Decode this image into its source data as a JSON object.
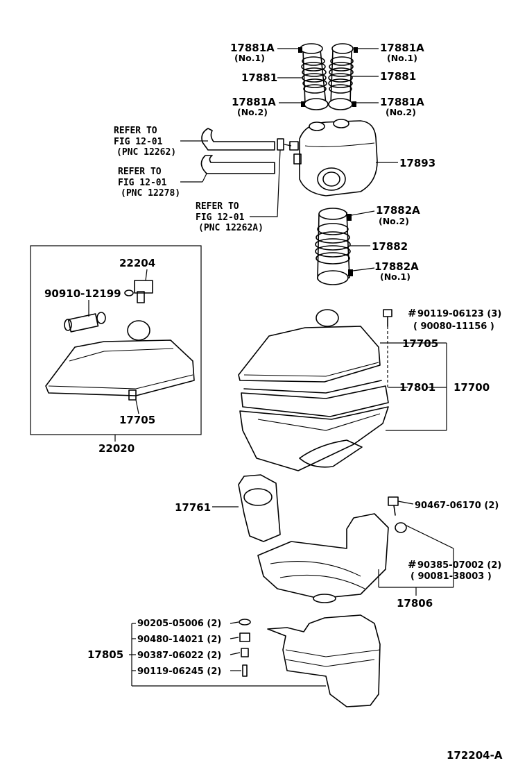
{
  "labels": {
    "p17881a_tl": "17881A",
    "p17881a_tl_sub": "(No.1)",
    "p17881a_tr": "17881A",
    "p17881a_tr_sub": "(No.1)",
    "p17881_l": "17881",
    "p17881_r": "17881",
    "p17881a_bl": "17881A",
    "p17881a_bl_sub": "(No.2)",
    "p17881a_br": "17881A",
    "p17881a_br_sub": "(No.2)",
    "p17893": "17893",
    "p17882a_top": "17882A",
    "p17882a_top_sub": "(No.2)",
    "p17882": "17882",
    "p17882a_bot": "17882A",
    "p17882a_bot_sub": "(No.1)",
    "p22204": "22204",
    "p90910": "90910-12199",
    "p17705_inset": "17705",
    "p22020": "22020",
    "p90119_06123": "90119-06123 (3)",
    "p90080": "( 90080-11156 )",
    "p17705": "17705",
    "p17801": "17801",
    "p17700": "17700",
    "p17761": "17761",
    "p90467": "90467-06170 (2)",
    "p90385": "90385-07002 (2)",
    "p90081": "( 90081-38003 )",
    "p17806": "17806",
    "p90205": "90205-05006 (2)",
    "p90480": "90480-14021 (2)",
    "p90387": "90387-06022 (2)",
    "p90119_06245": "90119-06245 (2)",
    "p17805": "17805",
    "hash1": "#",
    "hash2": "#",
    "figure_code": "172204-A"
  },
  "refers": {
    "r1_l1": "REFER TO",
    "r1_l2": "FIG 12-01",
    "r1_l3": "(PNC 12262)",
    "r2_l1": "REFER TO",
    "r2_l2": "FIG 12-01",
    "r2_l3": "(PNC 12278)",
    "r3_l1": "REFER TO",
    "r3_l2": "FIG 12-01",
    "r3_l3": "(PNC 12262A)"
  }
}
